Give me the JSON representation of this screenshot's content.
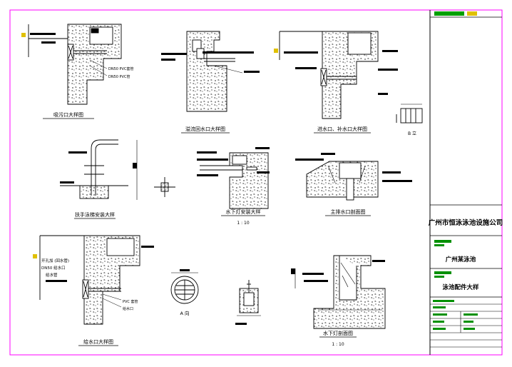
{
  "colors": {
    "line": "#000000",
    "border": "#ff00ff",
    "header_green": "#00a000",
    "label_green": "#009000",
    "yellow": "#e0c000",
    "red": "#e00000"
  },
  "title_block": {
    "company": "广州市恒泳泳池设施公司",
    "project": "广州某泳池",
    "drawing_title": "泳池配件大样"
  },
  "details": {
    "skimmer": "吸污口大样图",
    "overflow": "溢流回水口大样图",
    "inlet": "进水口、补水口大样图",
    "ladder": "扶手泳梯安装大样",
    "light": "水下灯安装大样",
    "main_drain": "主排水口剖面图",
    "return": "给水口大样图",
    "gutter": "水下灯剖面图"
  },
  "sub_labels": {
    "view_a": "A 向",
    "scale_a": "1 : 10",
    "scale_b": "1 : 10",
    "plan": "B 立"
  },
  "notes": {
    "return_1": "开孔加 (回水管)",
    "return_2": "DN50 给水口",
    "return_3": "给水管",
    "return_4": "PVC 套管",
    "return_5": "给水口",
    "skimmer_1": "DN50 PVC套管",
    "skimmer_2": "DN50 PVC管"
  }
}
